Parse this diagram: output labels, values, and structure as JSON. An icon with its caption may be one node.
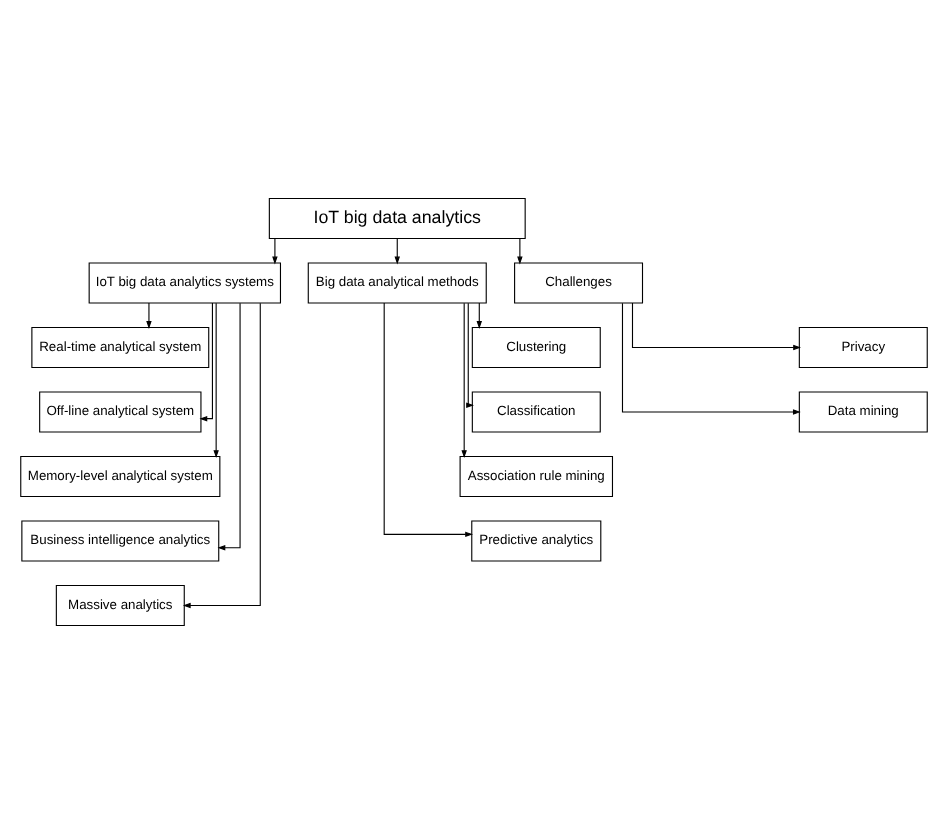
{
  "diagram": {
    "nodes": [
      {
        "text": [
          "IoT big data analytics"
        ]
      },
      {
        "text": [
          "IoT big data analytics systems"
        ]
      },
      {
        "text": [
          "Big data analytical methods"
        ]
      },
      {
        "text": [
          "Challenges"
        ]
      },
      {
        "text": [
          "Real-time analytical system"
        ]
      },
      {
        "text": [
          "Off-line analytical system"
        ]
      },
      {
        "text": [
          "Memory-level analytical system"
        ]
      },
      {
        "text": [
          "Business intelligence analytics"
        ]
      },
      {
        "text": [
          "Massive analytics"
        ]
      },
      {
        "text": [
          "Clustering"
        ]
      },
      {
        "text": [
          "Classification"
        ]
      },
      {
        "text": [
          "Association rule mining"
        ]
      },
      {
        "text": [
          "Predictive analytics"
        ]
      },
      {
        "text": [
          "Privacy"
        ]
      },
      {
        "text": [
          "Data mining"
        ]
      }
    ],
    "edges": [
      {
        "from": 0,
        "to": 1,
        "arrow": "to"
      },
      {
        "from": 0,
        "to": 2,
        "arrow": "to"
      },
      {
        "from": 0,
        "to": 3,
        "arrow": "to"
      },
      {
        "from": 1,
        "to": 4,
        "arrow": "to"
      },
      {
        "from": 1,
        "to": 5,
        "arrow": "to"
      },
      {
        "from": 1,
        "to": 6,
        "arrow": "to"
      },
      {
        "from": 1,
        "to": 7,
        "arrow": "to"
      },
      {
        "from": 1,
        "to": 8,
        "arrow": "to"
      },
      {
        "from": 2,
        "to": 9,
        "arrow": "to"
      },
      {
        "from": 2,
        "to": 10,
        "arrow": "to"
      },
      {
        "from": 2,
        "to": 11,
        "arrow": "to"
      },
      {
        "from": 2,
        "to": 12,
        "arrow": "to"
      },
      {
        "from": 3,
        "to": 13,
        "arrow": "to"
      },
      {
        "from": 3,
        "to": 14,
        "arrow": "to"
      }
    ]
  }
}
